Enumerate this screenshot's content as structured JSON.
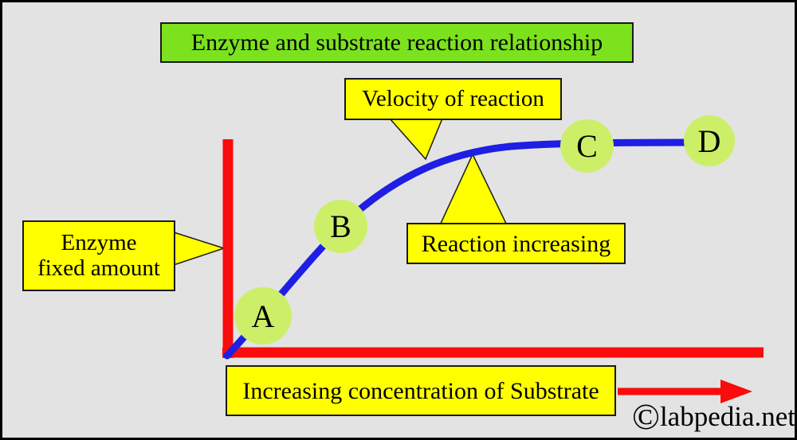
{
  "figure": {
    "title": "Enzyme and substrate reaction relationship",
    "type": "enzyme-kinetics-saturation-curve"
  },
  "callouts": {
    "velocity": "Velocity of reaction",
    "reaction_increasing": "Reaction increasing",
    "enzyme_fixed": {
      "line1": "Enzyme",
      "line2": "fixed amount"
    },
    "x_axis_label": "Increasing concentration of Substrate"
  },
  "curve_points": [
    {
      "label": "A"
    },
    {
      "label": "B"
    },
    {
      "label": "C"
    },
    {
      "label": "D"
    }
  ],
  "watermark": {
    "symbol": "©",
    "text": "labpedia.net"
  },
  "colors": {
    "background": "#E3E3E3",
    "title_box": "#7CE21E",
    "callout_box": "#FFFF00",
    "axis_and_arrow": "#F90C0C",
    "curve": "#1E1EE4",
    "point_circle": "#CDEF68",
    "border": "#000000",
    "text": "#000000"
  }
}
